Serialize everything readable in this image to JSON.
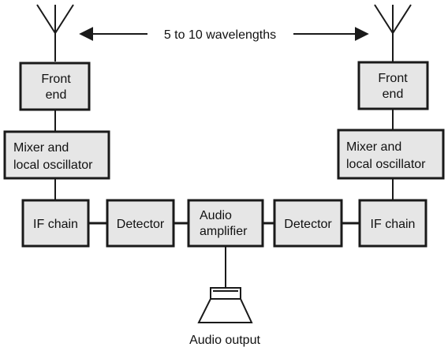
{
  "separation_label": "5 to 10 wavelengths",
  "left_receiver": {
    "front_end": [
      "Front",
      "end"
    ],
    "mixer": [
      "Mixer and",
      "local oscillator"
    ],
    "if_chain": "IF chain",
    "detector": "Detector"
  },
  "right_receiver": {
    "front_end": [
      "Front",
      "end"
    ],
    "mixer": [
      "Mixer and",
      "local oscillator"
    ],
    "if_chain": "IF chain",
    "detector": "Detector"
  },
  "audio_amplifier": [
    "Audio",
    "amplifier"
  ],
  "audio_output_label": "Audio output"
}
